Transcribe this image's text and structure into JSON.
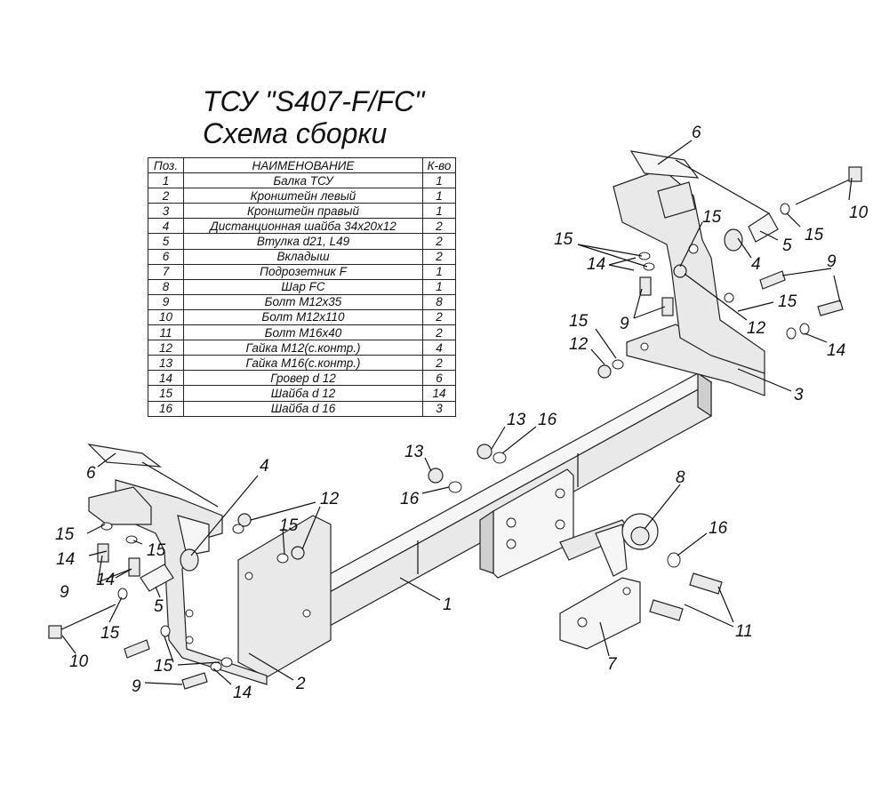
{
  "title": "ТСУ \"S407-F/FC\"",
  "subtitle": "Схема сборки",
  "table": {
    "headers": [
      "Поз.",
      "НАИМЕНОВАНИЕ",
      "К-во"
    ],
    "rows": [
      [
        "1",
        "Балка ТСУ",
        "1"
      ],
      [
        "2",
        "Кронштейн левый",
        "1"
      ],
      [
        "3",
        "Кронштейн правый",
        "1"
      ],
      [
        "4",
        "Дистанционная шайба 34х20х12",
        "2"
      ],
      [
        "5",
        "Втулка d21, L49",
        "2"
      ],
      [
        "6",
        "Вкладыш",
        "2"
      ],
      [
        "7",
        "Подрозетник F",
        "1"
      ],
      [
        "8",
        "Шар FC",
        "1"
      ],
      [
        "9",
        "Болт М12х35",
        "8"
      ],
      [
        "10",
        "Болт М12х110",
        "2"
      ],
      [
        "11",
        "Болт М16х40",
        "2"
      ],
      [
        "12",
        "Гайка М12(с.контр.)",
        "4"
      ],
      [
        "13",
        "Гайка  М16(с.контр.)",
        "2"
      ],
      [
        "14",
        "Гровер d 12",
        "6"
      ],
      [
        "15",
        "Шайба d 12",
        "14"
      ],
      [
        "16",
        "Шайба d 16",
        "3"
      ]
    ]
  },
  "callouts": {
    "c1": "1",
    "c2": "2",
    "c3": "3",
    "c4a": "4",
    "c4b": "4",
    "c5a": "5",
    "c5b": "5",
    "c6a": "6",
    "c6b": "6",
    "c7": "7",
    "c8": "8",
    "c9a": "9",
    "c9b": "9",
    "c9c": "9",
    "c9d": "9",
    "c9e": "9",
    "c10a": "10",
    "c10b": "10",
    "c11": "11",
    "c12a": "12",
    "c12b": "12",
    "c12c": "12",
    "c13a": "13",
    "c13b": "13",
    "c14a": "14",
    "c14b": "14",
    "c14c": "14",
    "c14d": "14",
    "c14e": "14",
    "c15a": "15",
    "c15b": "15",
    "c15c": "15",
    "c15d": "15",
    "c15e": "15",
    "c15f": "15",
    "c15g": "15",
    "c15h": "15",
    "c15i": "15",
    "c15j": "15",
    "c16a": "16",
    "c16b": "16",
    "c16c": "16"
  }
}
